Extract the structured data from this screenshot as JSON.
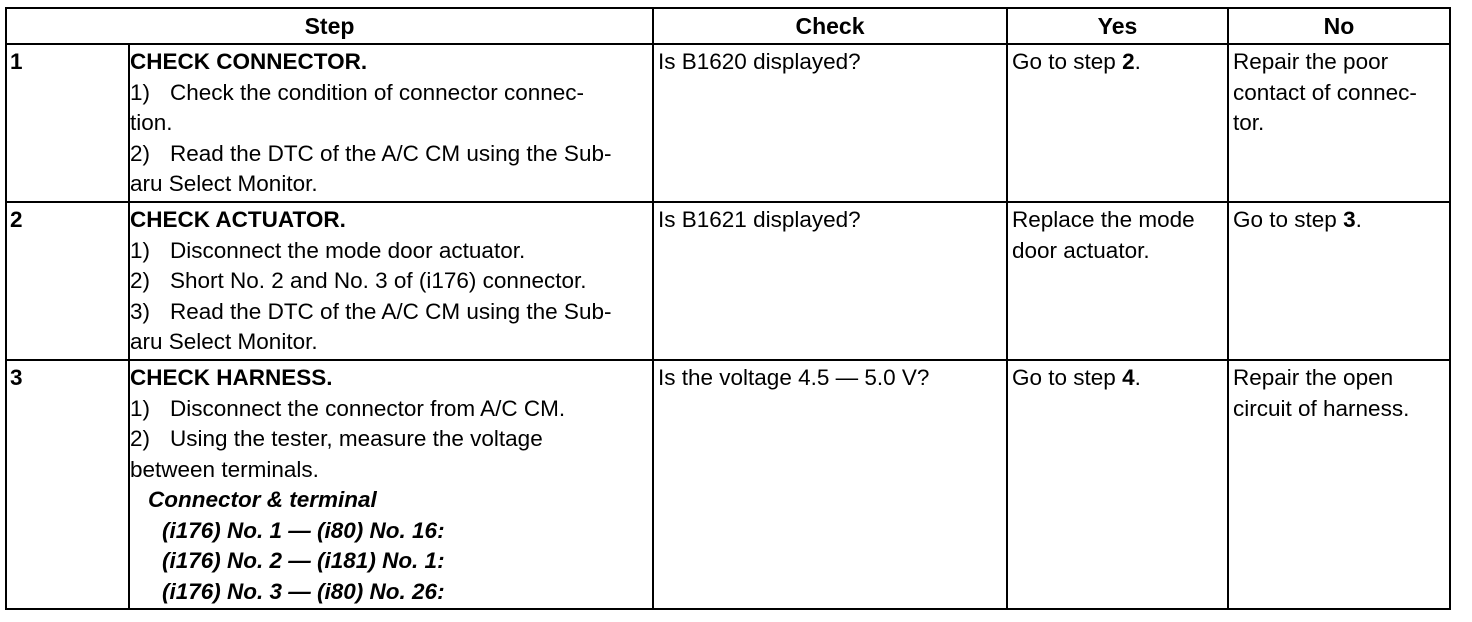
{
  "table": {
    "headers": {
      "step": "Step",
      "check": "Check",
      "yes": "Yes",
      "no": "No"
    },
    "rows": [
      {
        "num": "1",
        "title": "CHECK CONNECTOR.",
        "lines": [
          {
            "n": "1)",
            "text": "Check the condition of connector connec-"
          },
          {
            "n": "",
            "text": "tion."
          },
          {
            "n": "2)",
            "text": "Read the DTC of the A/C CM using the Sub-"
          },
          {
            "n": "",
            "text": "aru Select Monitor."
          }
        ],
        "check": "Is B1620 displayed?",
        "yes_prefix": "Go to step ",
        "yes_bold": "2",
        "yes_suffix": ".",
        "no_prefix": "Repair the poor contact of connec- tor.",
        "no_bold": "",
        "no_suffix": ""
      },
      {
        "num": "2",
        "title": "CHECK ACTUATOR.",
        "lines": [
          {
            "n": "1)",
            "text": "Disconnect the mode door actuator."
          },
          {
            "n": "2)",
            "text": "Short No. 2 and No. 3 of (i176) connector."
          },
          {
            "n": "3)",
            "text": "Read the DTC of the A/C CM using the Sub-"
          },
          {
            "n": "",
            "text": "aru Select Monitor."
          }
        ],
        "check": "Is B1621 displayed?",
        "yes_prefix": "Replace the mode door actuator.",
        "yes_bold": "",
        "yes_suffix": "",
        "no_prefix": "Go to step ",
        "no_bold": "3",
        "no_suffix": "."
      },
      {
        "num": "3",
        "title": "CHECK HARNESS.",
        "lines": [
          {
            "n": "1)",
            "text": "Disconnect the connector from A/C CM."
          },
          {
            "n": "2)",
            "text": "Using the tester, measure the voltage"
          },
          {
            "n": "",
            "text": "between terminals."
          }
        ],
        "sub_heading": "Connector & terminal",
        "sub_items": [
          "(i176) No. 1 — (i80) No. 16:",
          "(i176) No. 2 — (i181) No. 1:",
          "(i176) No. 3 — (i80) No. 26:"
        ],
        "check": "Is the voltage 4.5 — 5.0 V?",
        "yes_prefix": "Go to step ",
        "yes_bold": "4",
        "yes_suffix": ".",
        "no_prefix": "Repair the open circuit of harness.",
        "no_bold": "",
        "no_suffix": ""
      }
    ]
  }
}
